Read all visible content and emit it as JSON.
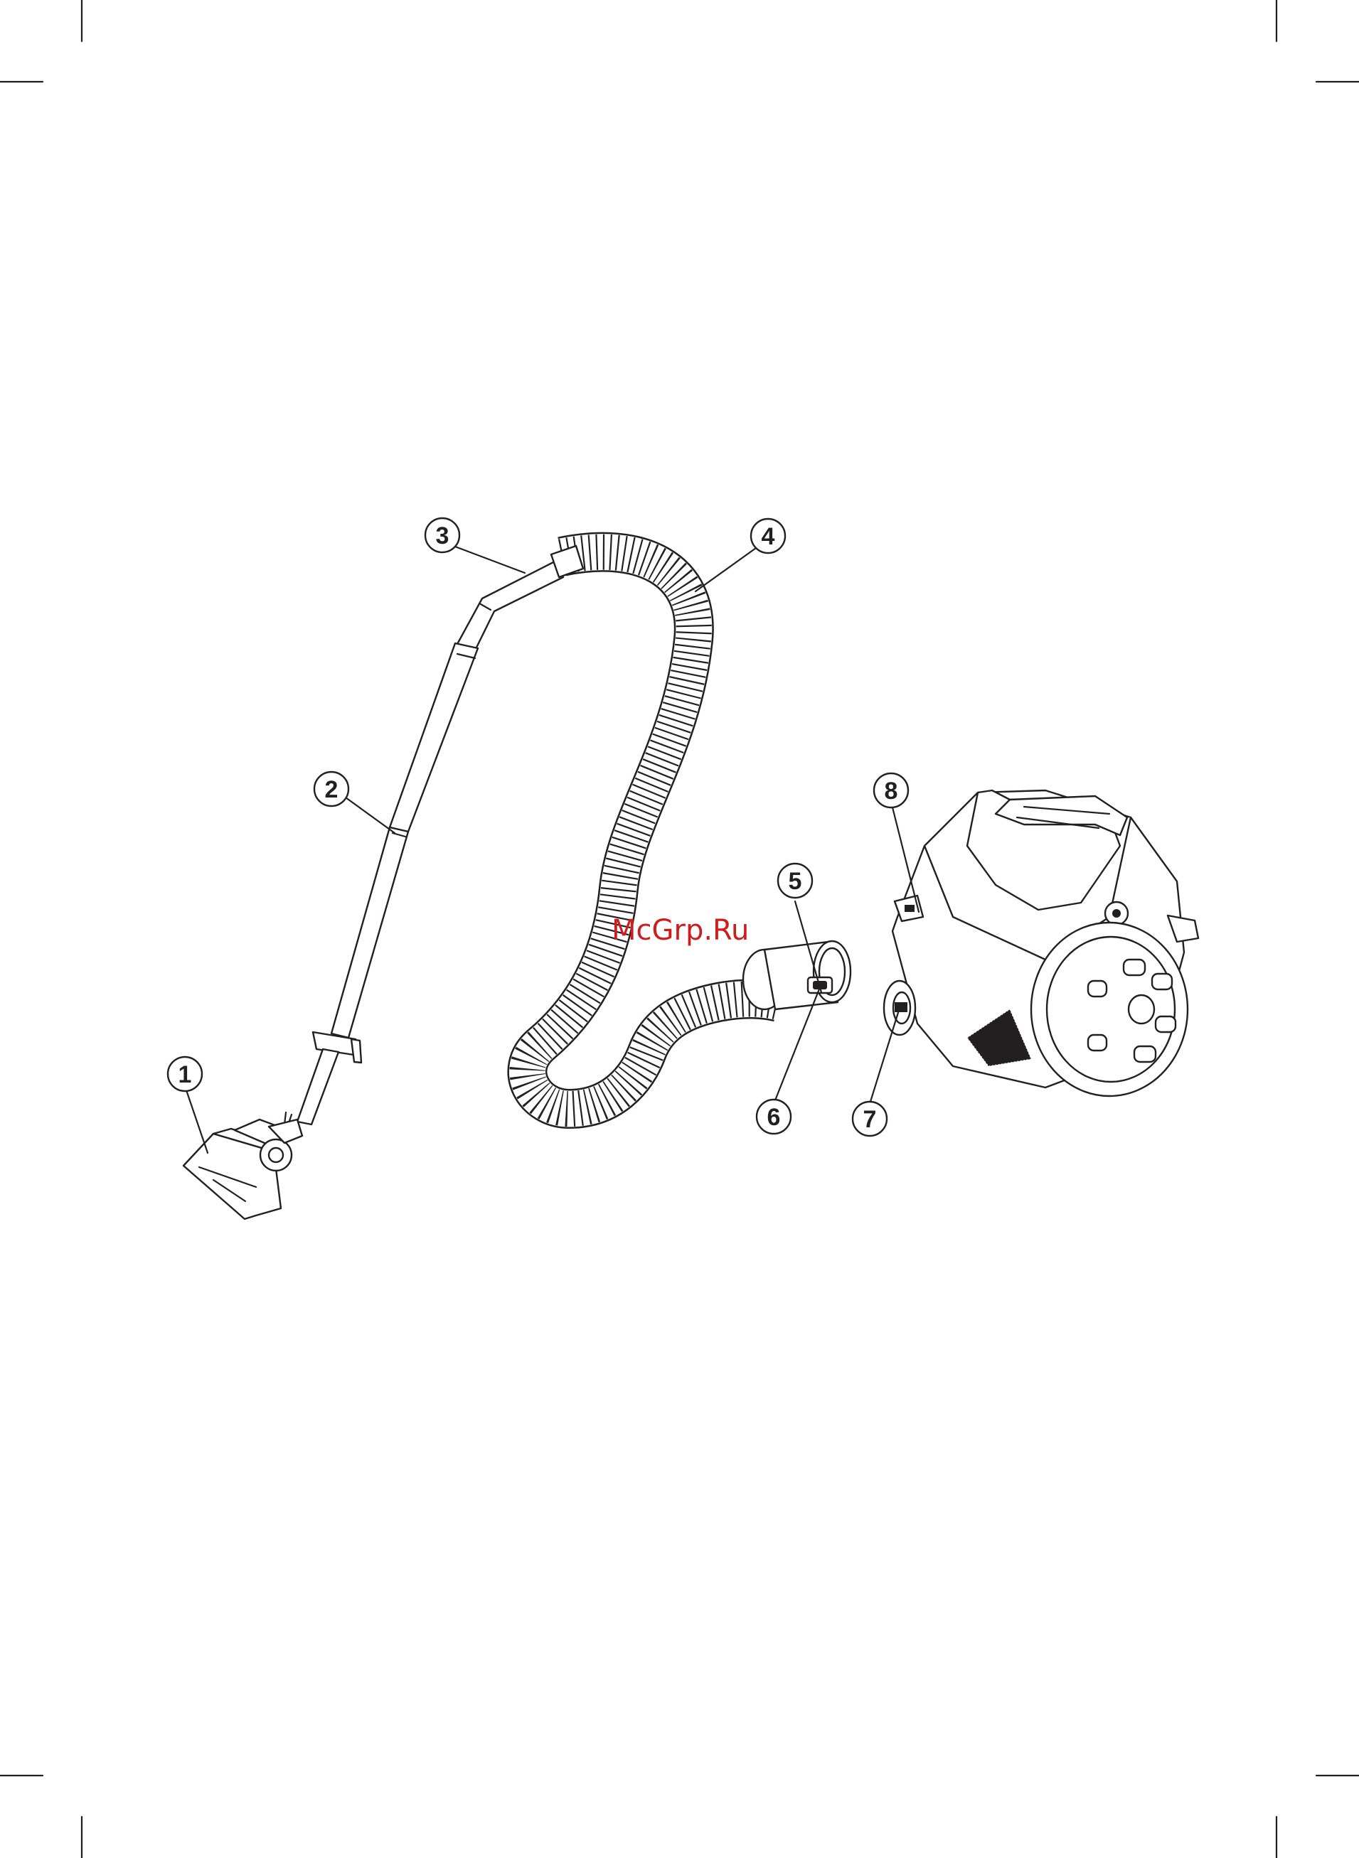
{
  "diagram": {
    "callouts": [
      {
        "id": "1",
        "label": "1"
      },
      {
        "id": "2",
        "label": "2"
      },
      {
        "id": "3",
        "label": "3"
      },
      {
        "id": "4",
        "label": "4"
      },
      {
        "id": "5",
        "label": "5"
      },
      {
        "id": "6",
        "label": "6"
      },
      {
        "id": "7",
        "label": "7"
      },
      {
        "id": "8",
        "label": "8"
      }
    ],
    "watermark": "McGrp.Ru",
    "colors": {
      "line": "#231f20",
      "watermark": "#cc1e1e",
      "background": "#ffffff"
    }
  }
}
